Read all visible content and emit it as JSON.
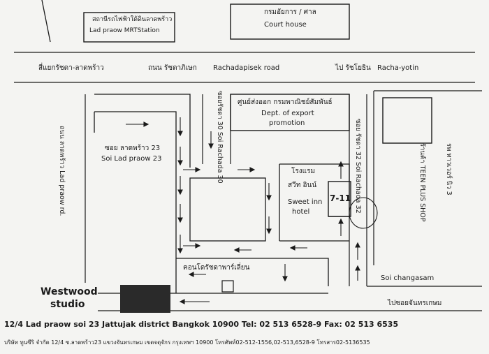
{
  "places": {
    "mrt_th": "สถานีรถไฟฟ้าใต้ดินลาดพร้าว",
    "mrt_en": "Lad praow MRTStation",
    "court_th": "กรมอัยการ / ศาล",
    "court_en": "Court house",
    "export_th": "ศูนย์ส่งออก กรมพาณิชย์สัมพันธ์",
    "export_en_1": "Dept. of export",
    "export_en_2": "promotion",
    "hotel_th_1": "โรงแรม",
    "hotel_th_2": "สวีท อินน์",
    "hotel_en_1": "Sweet inn",
    "hotel_en_2": "hotel",
    "seven_eleven": "7-11",
    "condo_th": "คอนโดรัชดาพาร์เลี่ยน",
    "studio_1": "Westwood",
    "studio_2": "studio"
  },
  "roads": {
    "intersection_th": "สี่แยกรัชดา-ลาดพร้าว",
    "rachadapisek_th": "ถนน รัชดาภิเษก",
    "rachadapisek_en": "Rachadapisek road",
    "to_rachayotin_th": "ไป รัชโยธิน",
    "to_rachayotin_en": "Racha-yotin",
    "soi30": "ซอยรัชดา 30 Soi Rachada 30",
    "soi32": "ซอย รัชดา 32 Soi Rachada 32",
    "ladprao_rd": "ถนน ลาดพร้าว Lad praow rd.",
    "soi23_th": "ซอย ลาดพร้าว 23",
    "soi23_en": "Soi Lad praow 23",
    "changasam": "Soi changasam",
    "to_chankasem": "ไปซอยจันทรเกษม",
    "teen_plus": "ร้านค้า TEEN PLUS SHOP",
    "westwood_sign": "รพ ทาวเวอร์ นิว 3"
  },
  "footer": {
    "address_en": "12/4 Lad praow soi 23 Jattujak district Bangkok 10900 Tel: 02 513 6528-9 Fax: 02 513 6535",
    "address_th": "บริษัท ทูนซีริ จำกัด 12/4 ซ.ลาดพร้าว23 แขวงจันทรเกษม เขตจตุจักร กรุงเทพฯ 10900 โทรศัพท์02-512-1556,02-513,6528-9 โทรสาร02-5136535"
  },
  "colors": {
    "ink": "#1a1a1a",
    "paper": "#f4f4f2",
    "studio": "#2a2a2a"
  }
}
